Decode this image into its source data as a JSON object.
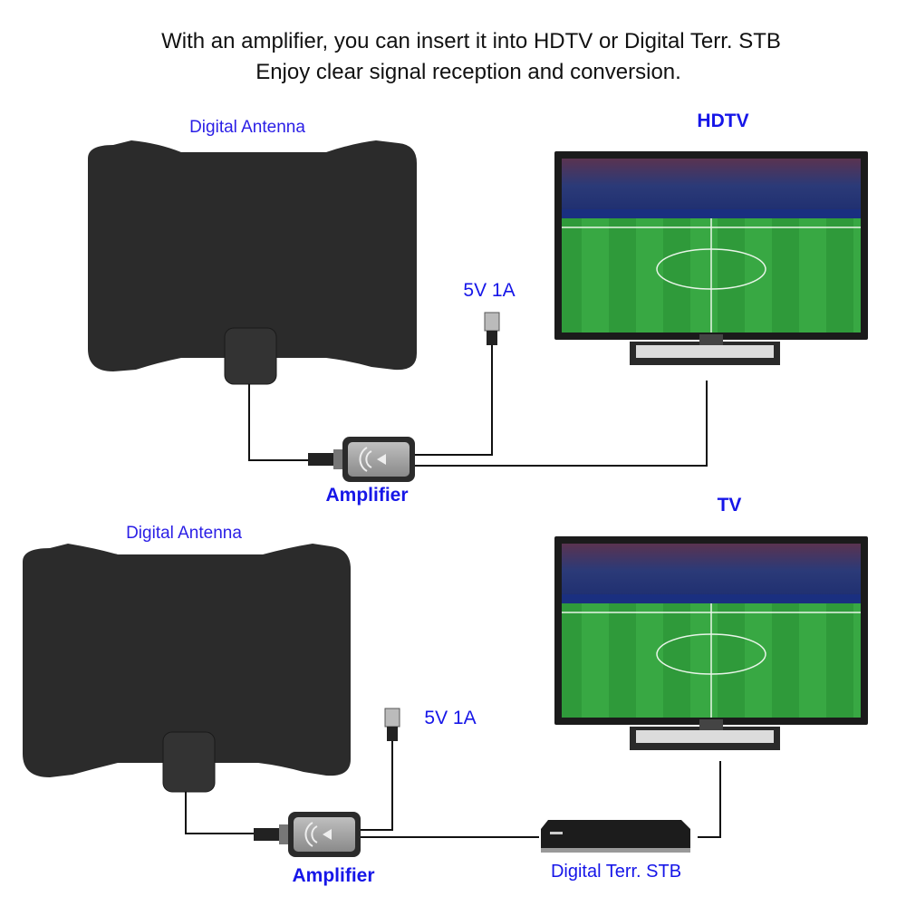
{
  "header": {
    "line1": "With an amplifier, you can insert it into HDTV or Digital Terr. STB",
    "line2": "Enjoy clear signal reception and conversion."
  },
  "top_setup": {
    "antenna_label": "Digital Antenna",
    "power_label": "5V 1A",
    "amplifier_label": "Amplifier",
    "display_label": "HDTV"
  },
  "bottom_setup": {
    "antenna_label": "Digital Antenna",
    "power_label": "5V 1A",
    "amplifier_label": "Amplifier",
    "display_label": "TV",
    "stb_label": "Digital Terr. STB"
  },
  "colors": {
    "label_blue": "#1616e8",
    "antenna": "#2b2b2b",
    "pitch": "#2f9a3a"
  }
}
